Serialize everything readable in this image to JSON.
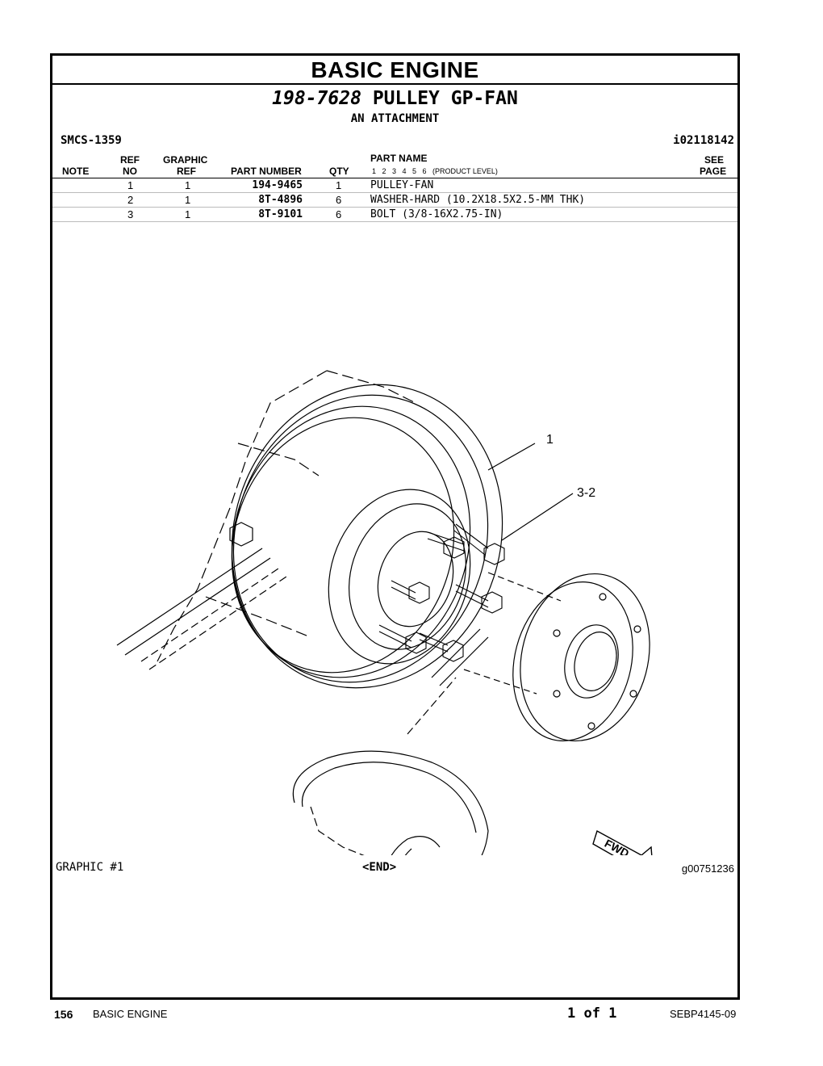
{
  "section_title": "BASIC ENGINE",
  "group": {
    "part_number": "198-7628",
    "name": "PULLEY GP-FAN",
    "subtitle": "AN ATTACHMENT",
    "smcs": "SMCS-1359",
    "ident": "i02118142"
  },
  "table": {
    "headers": {
      "note": "NOTE",
      "ref_top": "REF",
      "ref_bottom": "NO",
      "graphic_top": "GRAPHIC",
      "graphic_bottom": "REF",
      "part_number": "PART NUMBER",
      "qty": "QTY",
      "part_name": "PART NAME",
      "levels": "1   2   3   4   5   6   (PRODUCT LEVEL)",
      "see_top": "SEE",
      "see_bottom": "PAGE"
    },
    "rows": [
      {
        "ref": "1",
        "graphic": "1",
        "part_number": "194-9465",
        "qty": "1",
        "name": "PULLEY-FAN"
      },
      {
        "ref": "2",
        "graphic": "1",
        "part_number": "8T-4896",
        "qty": "6",
        "name": "WASHER-HARD (10.2X18.5X2.5-MM THK)"
      },
      {
        "ref": "3",
        "graphic": "1",
        "part_number": "8T-9101",
        "qty": "6",
        "name": "BOLT (3/8-16X2.75-IN)"
      }
    ]
  },
  "illustration": {
    "callout_1": "1",
    "callout_2": "3-2",
    "fwd": "FWD"
  },
  "graphic_label": "GRAPHIC #1",
  "end_label": "<END>",
  "graphic_number": "g00751236",
  "footer": {
    "page": "156",
    "section": "BASIC ENGINE",
    "page_of": "1 of 1",
    "doc": "SEBP4145-09"
  }
}
